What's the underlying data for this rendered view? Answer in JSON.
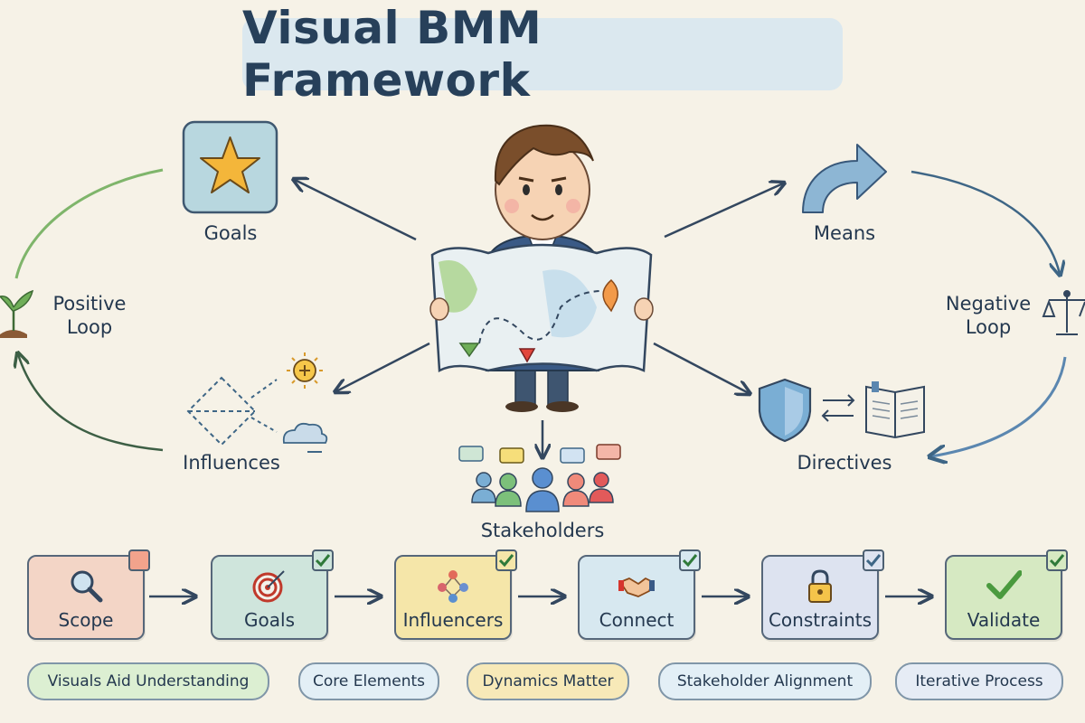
{
  "title": "Visual BMM Framework",
  "nodes": {
    "goals": "Goals",
    "means": "Means",
    "influences": "Influences",
    "directives": "Directives",
    "stakeholders": "Stakeholders"
  },
  "loops": {
    "positive": [
      "Positive",
      "Loop"
    ],
    "negative": [
      "Negative",
      "Loop"
    ]
  },
  "steps": [
    {
      "label": "Scope",
      "icon": "magnifier-icon",
      "color": "#f3d5c6"
    },
    {
      "label": "Goals",
      "icon": "target-icon",
      "color": "#cfe5dc"
    },
    {
      "label": "Influencers",
      "icon": "network-icon",
      "color": "#f5e6a9"
    },
    {
      "label": "Connect",
      "icon": "handshake-icon",
      "color": "#d7e8f0"
    },
    {
      "label": "Constraints",
      "icon": "padlock-icon",
      "color": "#dde3f0"
    },
    {
      "label": "Validate",
      "icon": "checkmark-icon",
      "color": "#d6e9c2"
    }
  ],
  "pills": [
    {
      "label": "Visuals Aid Understanding",
      "color": "#dcefd2"
    },
    {
      "label": "Core Elements",
      "color": "#e3eff6"
    },
    {
      "label": "Dynamics Matter",
      "color": "#f7e9b8"
    },
    {
      "label": "Stakeholder Alignment",
      "color": "#e3eff6"
    },
    {
      "label": "Iterative Process",
      "color": "#e6ecf5"
    }
  ]
}
